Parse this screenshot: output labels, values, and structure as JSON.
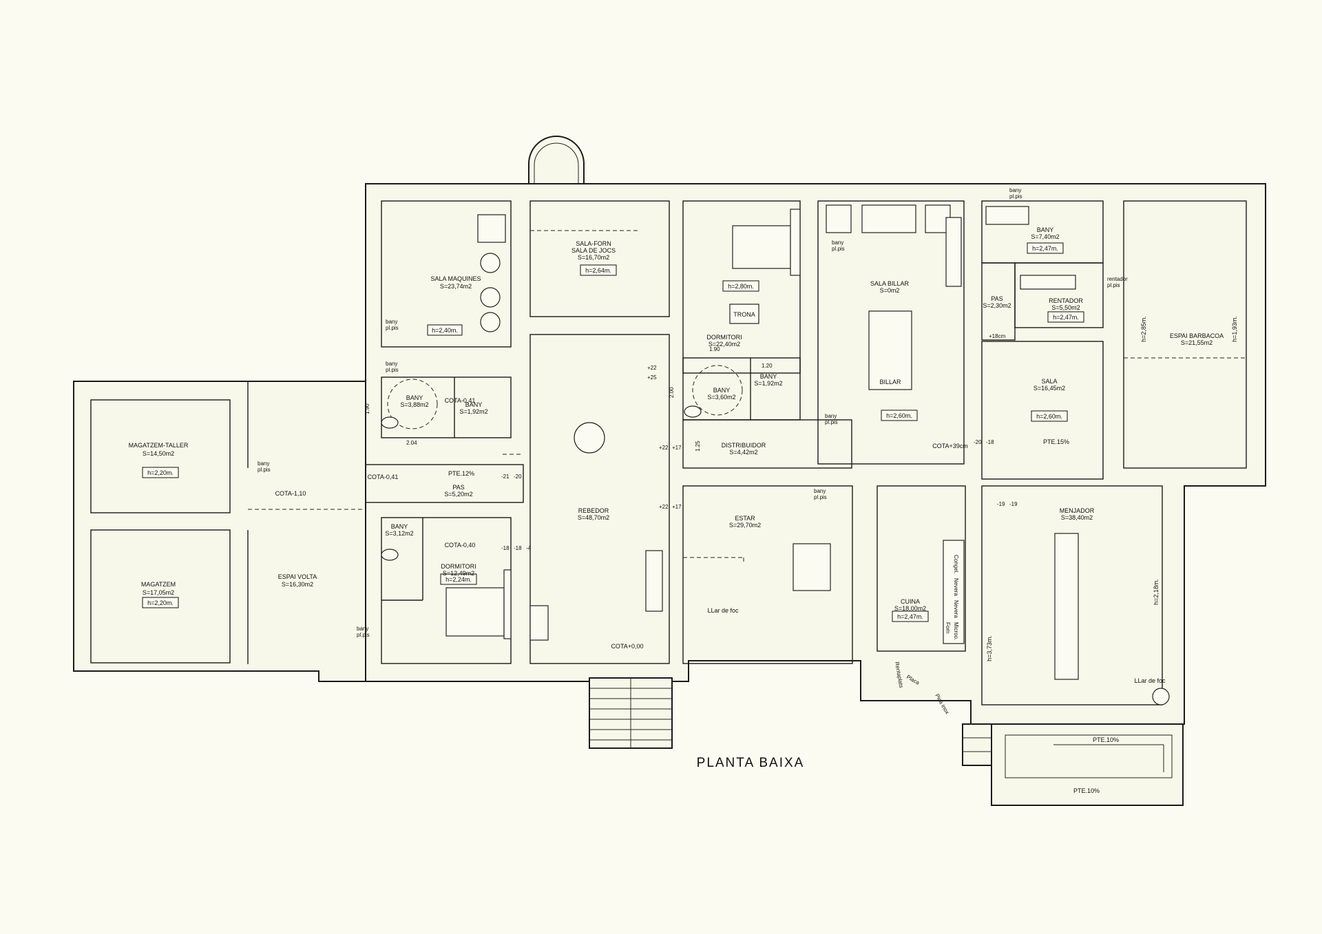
{
  "title": "PLANTA BAIXA",
  "rooms": [
    {
      "id": "magatzem-taller",
      "name": "MAGATZEM-TALLER",
      "area": "S=14,50m2",
      "height": "h=2,20m."
    },
    {
      "id": "magatzem",
      "name": "MAGATZEM",
      "area": "S=17,05m2",
      "height": "h=2,20m."
    },
    {
      "id": "espai-volta",
      "name": "ESPAI VOLTA",
      "area": "S=16,30m2"
    },
    {
      "id": "sala-maquines",
      "name": "SALA MAQUINES",
      "area": "S=23,74m2",
      "height": "h=2,40m."
    },
    {
      "id": "sala-forn",
      "name": "SALA-FORN",
      "name2": "SALA DE JOCS",
      "area": "S=16,70m2",
      "height": "h=2,64m."
    },
    {
      "id": "dormitori-1",
      "name": "DORMITORI",
      "area": "S=22,40m2",
      "height": "h=2,80m."
    },
    {
      "id": "sala-billar",
      "name": "SALA BILLAR",
      "area": "S=0m2",
      "height": "h=2,60m."
    },
    {
      "id": "bany-top",
      "name": "BANY",
      "area": "S=7,40m2",
      "height": "h=2,47m."
    },
    {
      "id": "pas-right",
      "name": "PAS",
      "area": "S=2,30m2"
    },
    {
      "id": "rentador",
      "name": "RENTADOR",
      "area": "S=5,50m2",
      "height": "h=2,47m."
    },
    {
      "id": "espai-barbacoa",
      "name": "ESPAI BARBACOA",
      "area": "S=21,55m2",
      "height_a": "h=2,85m.",
      "height_b": "h=1,93m."
    },
    {
      "id": "bany-a",
      "name": "BANY",
      "area": "S=3,88m2"
    },
    {
      "id": "bany-b",
      "name": "BANY",
      "area": "S=1,92m2"
    },
    {
      "id": "bany-c",
      "name": "BANY",
      "area": "S=3,60m2"
    },
    {
      "id": "bany-d",
      "name": "BANY",
      "area": "S=1,92m2"
    },
    {
      "id": "distribuidor",
      "name": "DISTRIBUIDOR",
      "area": "S=4,42m2"
    },
    {
      "id": "sala",
      "name": "SALA",
      "area": "S=16,45m2",
      "height": "h=2,60m."
    },
    {
      "id": "pas-mid",
      "name": "PAS",
      "area": "S=5,20m2"
    },
    {
      "id": "bany-e",
      "name": "BANY",
      "area": "S=3,12m2"
    },
    {
      "id": "dormitori-2",
      "name": "DORMITORI",
      "area": "S=12,49m2",
      "height": "h=2,24m."
    },
    {
      "id": "rebedor",
      "name": "REBEDOR",
      "area": "S=48,70m2"
    },
    {
      "id": "estar",
      "name": "ESTAR",
      "area": "S=29,70m2"
    },
    {
      "id": "cuina",
      "name": "CUINA",
      "area": "S=18,00m2",
      "height": "h=2,47m."
    },
    {
      "id": "menjador",
      "name": "MENJADOR",
      "area": "S=38,40m2",
      "height_a": "h=2,18m.",
      "height_b": "h=3,73m."
    }
  ],
  "labels": {
    "trona": "TRONA",
    "billar": "BILLAR",
    "llar_foc_estar": "LLar de foc",
    "llar_foc_menjador": "LLar de foc",
    "bany_pl_pis": [
      "bany",
      "pl.pis"
    ],
    "rentador_pl_pis": [
      "rentador",
      "pl.pis"
    ],
    "cota_-1_10": "COTA-1,10",
    "cota_-0_41_a": "COTA-0,41",
    "cota_-0_41_b": "COTA-0,41",
    "cota_-0_40": "COTA-0,40",
    "cota_0_00": "COTA+0,00",
    "cota_39": "COTA+39cm",
    "pte_12": "PTE.12%",
    "pte_15": "PTE.15%",
    "pte_10_a": "PTE.10%",
    "pte_10_b": "PTE.10%",
    "lvl_+22_a": "+22",
    "lvl_+25": "+25",
    "lvl_+22_b": "+22",
    "lvl_+17_a": "+17",
    "lvl_+22_c": "+22",
    "lvl_+17_b": "+17",
    "lvl_-21": "-21",
    "lvl_-20": "-20",
    "lvl_-18_a": "-18",
    "lvl_-18_b": "-18",
    "lvl_-4": "-4",
    "lvl_-20_b": "-20",
    "lvl_-18_c": "-18",
    "lvl_-19_a": "-19",
    "lvl_-19_b": "-19",
    "lvl_+18": "+18cm",
    "dim_2_04": "2.04",
    "dim_1_90_a": "1.90",
    "dim_1_90_b": "1.90",
    "dim_1_20": "1.20",
    "dim_2_00": "2.00",
    "dim_1_25": "1.25",
    "kitchen_congel": "Congel.",
    "kitchen_nevera_a": "Nevera",
    "kitchen_nevera_b": "Nevera",
    "kitchen_microo": "Microo.",
    "kitchen_forn": "Forn",
    "kitchen_rentaplats": "Rentaplats",
    "kitchen_placa": "Placa",
    "kitchen_pica": "Pica inox"
  }
}
